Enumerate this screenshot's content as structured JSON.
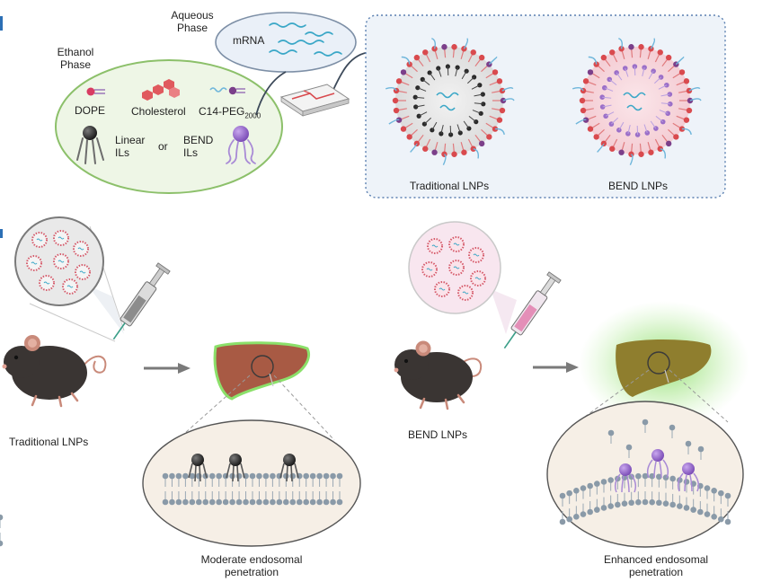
{
  "panel_a": {
    "aqueous_line1": "Aqueous",
    "aqueous_line2": "Phase",
    "ethanol_line1": "Ethanol",
    "ethanol_line2": "Phase",
    "mrna": "mRNA",
    "dope": "DOPE",
    "cholesterol": "Cholesterol",
    "peg_main": "C14-PEG",
    "peg_sub": "2000",
    "linear_line1": "Linear",
    "linear_line2": "ILs",
    "or": "or",
    "bend_line1": "BEND",
    "bend_line2": "ILs",
    "traditional_lnps": "Traditional LNPs",
    "bend_lnps": "BEND LNPs"
  },
  "panel_b": {
    "traditional_lnps": "Traditional LNPs",
    "bend_lnps": "BEND LNPs",
    "moderate_line1": "Moderate endosomal",
    "moderate_line2": "penetration",
    "enhanced_line1": "Enhanced endosomal",
    "enhanced_line2": "penetration"
  },
  "colors": {
    "ethanol_fill": "#eef6e6",
    "ethanol_stroke": "#8cc06a",
    "aqueous_fill": "#eaf0f8",
    "lnp_box_fill": "#eef3f9",
    "lipid_red": "#d94a4e",
    "lipid_purple": "#7b3f8a",
    "peg_blue": "#6fb6db",
    "mrna_teal": "#3aa7c7",
    "bend_purple": "#9b6fc8",
    "liver_brown": "#a85a44",
    "liver_olive": "#8f7e2e",
    "glow_green": "#7ed957",
    "membrane_gray": "#8a9aa8",
    "mouse_dark": "#3a3533"
  }
}
